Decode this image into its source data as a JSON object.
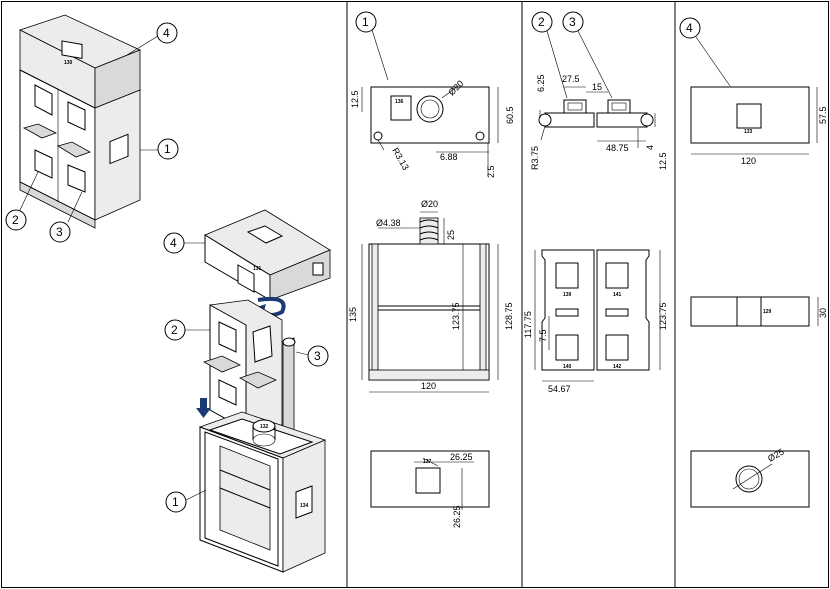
{
  "callouts": {
    "iso_1": "1",
    "iso_2": "2",
    "iso_3": "3",
    "iso_4": "4",
    "exp_1": "1",
    "exp_2": "2",
    "exp_3": "3",
    "exp_4": "4",
    "col2": "1",
    "col3a": "2",
    "col3b": "3",
    "col4": "4"
  },
  "part_labels": {
    "l130": "130",
    "l131": "131",
    "l132": "132",
    "l133": "133",
    "l134": "134",
    "l139": "139",
    "l140": "140",
    "l141": "141",
    "l142": "142",
    "l129": "129"
  },
  "dims_part1_front": {
    "h12_5": "12.5",
    "dia20": "Ø20",
    "h60_5": "60.5",
    "r3_13": "R3.13",
    "w6_88": "6.88",
    "d2_5": "2.5",
    "lbl136": "136"
  },
  "dims_part1_side": {
    "dia20": "Ø20",
    "dia4_38": "Ø4.38",
    "h25": "25",
    "h135": "135",
    "h123_75": "123.75",
    "h128_75": "128.75",
    "w120": "120"
  },
  "dims_part1_bottom": {
    "d26_25a": "26.25",
    "d26_25b": "26.25",
    "lbl137": "137"
  },
  "dims_part23_top": {
    "h6_25": "6.25",
    "w27_5": "27.5",
    "w15": "15",
    "r3_75": "R3.75",
    "w48_75": "48.75",
    "d4": "4",
    "h12_5": "12.5"
  },
  "dims_part23_front": {
    "h117_75": "117.75",
    "h7_5": "7.5",
    "w54_67": "54.67",
    "h123_75": "123.75"
  },
  "dims_part4": {
    "h57_5": "57.5",
    "w120": "120",
    "d30": "30",
    "dia25": "Ø25"
  }
}
